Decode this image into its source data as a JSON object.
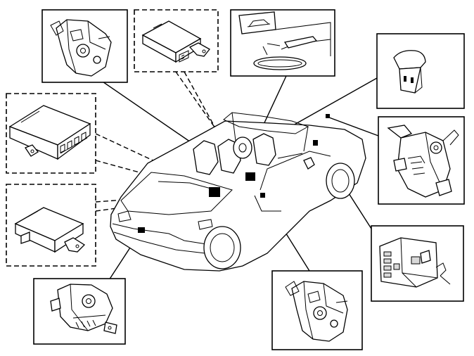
{
  "diagram": {
    "labels": [],
    "components": [
      {
        "key": "lock-top-left",
        "icon": "door-lock-latch-icon"
      },
      {
        "key": "module-top-center",
        "icon": "control-module-icon"
      },
      {
        "key": "mirror-top-right",
        "icon": "rear-view-mirror-icon"
      },
      {
        "key": "switch-right",
        "icon": "push-switch-icon"
      },
      {
        "key": "latch-right",
        "icon": "roof-latch-icon"
      },
      {
        "key": "connector-right",
        "icon": "connector-block-icon"
      },
      {
        "key": "lock-bottom-right",
        "icon": "door-lock-latch-icon"
      },
      {
        "key": "lock-bottom-left",
        "icon": "trunk-lock-latch-icon"
      },
      {
        "key": "module-left-bottom",
        "icon": "control-module-icon"
      },
      {
        "key": "module-left-top",
        "icon": "control-module-icon"
      }
    ],
    "vehicle": {
      "icon": "convertible-car-icon"
    }
  }
}
